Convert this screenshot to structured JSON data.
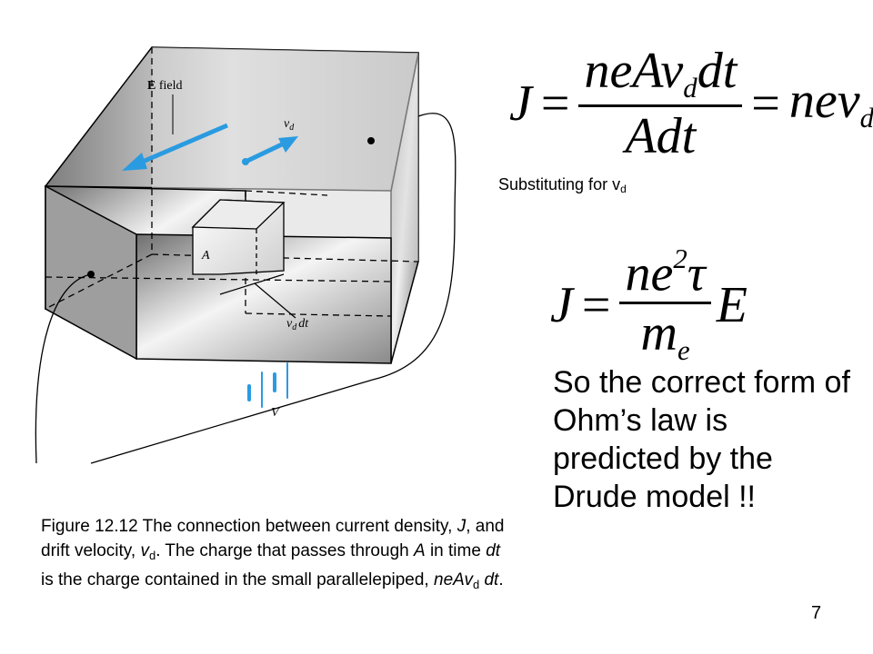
{
  "equation1": {
    "lhs": "J",
    "eq1": "=",
    "num": "neAv",
    "num_sub": "d",
    "num_tail": "dt",
    "den": "Adt",
    "eq2": "=",
    "rhs": "nev",
    "rhs_sub": "d"
  },
  "substituting": {
    "text": "Substituting for v",
    "sub": "d"
  },
  "equation2": {
    "lhs": "J",
    "eq": "=",
    "num_a": "ne",
    "num_sup": "2",
    "num_b": "τ",
    "den": "m",
    "den_sub": "e",
    "tail": "E"
  },
  "conclusion": "So the correct form of Ohm’s law is predicted by the Drude model !!",
  "caption": {
    "p1": "Figure 12.12 The connection between current density, ",
    "J": "J",
    "p2": ", and drift velocity, ",
    "v": "v",
    "v_sub": "d",
    "p3": ". The charge that passes through ",
    "A": "A",
    "p4": " in time ",
    "dt": "dt",
    "p5": " is the charge contained in the small parallelepiped, ",
    "neAv": "neAv",
    "neAv_sub": "d",
    "dt2": "dt",
    "end": "."
  },
  "figure": {
    "e_field_bold": "E",
    "e_field_rest": " field",
    "vd_label": "v",
    "vd_sub": "d",
    "a_label": "A",
    "vddt_label": "v",
    "vddt_sub": "d",
    "vddt_tail": "dt",
    "v_label": "V",
    "arrow_color": "#2a9be0"
  },
  "page_number": "7"
}
